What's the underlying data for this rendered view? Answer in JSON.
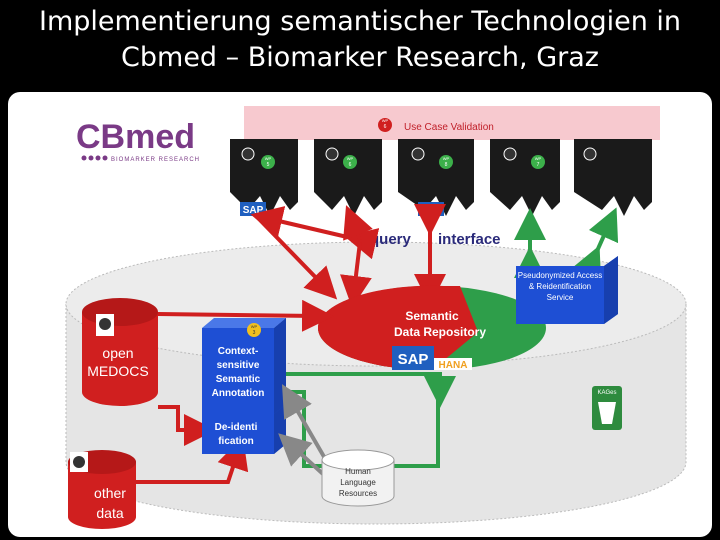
{
  "slide": {
    "title_line1": "Implementierung semantischer Technologien in",
    "title_line2": "Cbmed – Biomarker Research, Graz"
  },
  "logo": {
    "brand": "CBmed",
    "tagline": "BIOMARKER RESEARCH"
  },
  "use_case_bar": {
    "wp_label": "WP",
    "wp_number": "6",
    "label": "Use Case Validation"
  },
  "wp_badges": [
    {
      "wp": "WP",
      "num": "5"
    },
    {
      "wp": "WP",
      "num": "6"
    },
    {
      "wp": "WP",
      "num": "8"
    },
    {
      "wp": "WP",
      "num": "7"
    }
  ],
  "sap_logo": "SAP",
  "query_label": "query",
  "interface_label": "interface",
  "pseudonymized_box": "Pseudonymized Access & Reidentification Service",
  "semantic_repository": {
    "label_line1": "Semantic",
    "label_line2": "Data Repository",
    "sap": "SAP",
    "hana": "HANA"
  },
  "medocs": {
    "line1": "open",
    "line2": "MEDOCS"
  },
  "other_data": {
    "line1": "other",
    "line2": "data"
  },
  "annotation_box": {
    "wp": "WP",
    "num": "3",
    "lines": [
      "Context-",
      "sensitive",
      "Semantic",
      "Annotation"
    ]
  },
  "deident_box": {
    "lines": [
      "De-identi",
      "fication"
    ]
  },
  "hlr": {
    "lines": [
      "Human",
      "Language",
      "Resources"
    ]
  },
  "kages_logo": "KAGes",
  "colors": {
    "red": "#d01f1f",
    "green": "#2e9e4a",
    "blue": "#2f5fd6",
    "pink": "#f7c9cf"
  }
}
